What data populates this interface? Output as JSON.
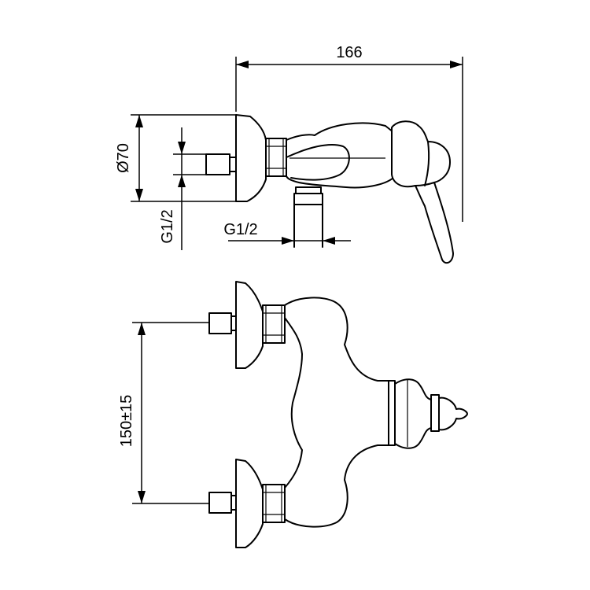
{
  "dimensions": {
    "overall_width": "166",
    "body_diameter": "Ø70",
    "inlet_thread_side": "G1/2",
    "outlet_thread_bottom": "G1/2",
    "center_distance": "150±15"
  }
}
